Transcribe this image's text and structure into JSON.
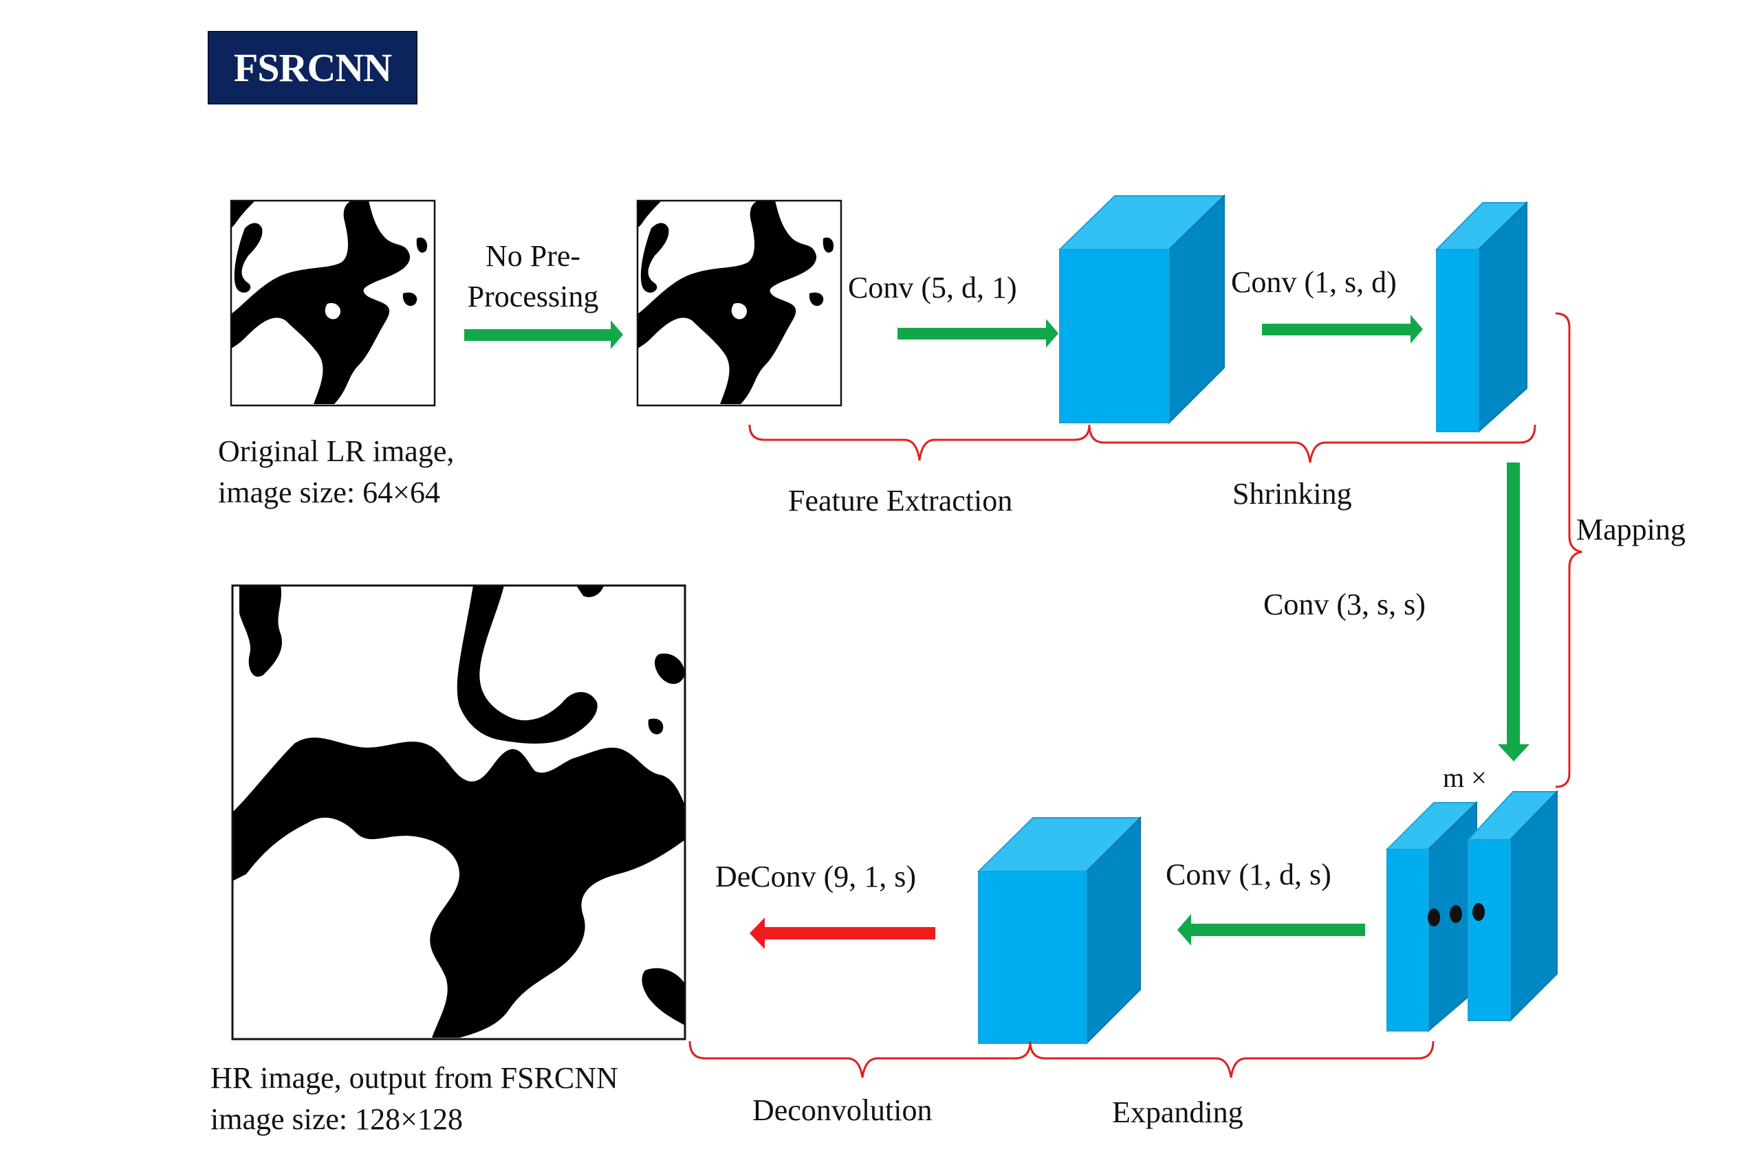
{
  "title": "FSRCNN",
  "labels": {
    "original_caption_1": "Original LR image,",
    "original_caption_2": "image size: 64×64",
    "no_preprocessing_1": "No Pre-",
    "no_preprocessing_2": "Processing",
    "conv_feature": "Conv (5, d, 1)",
    "conv_shrinking": "Conv (1, s, d)",
    "feature_extraction": "Feature Extraction",
    "shrinking": "Shrinking",
    "mapping": "Mapping",
    "conv_mapping": "Conv (3, s, s)",
    "m_times": "m ×",
    "conv_expanding": "Conv (1, d, s)",
    "deconv": "DeConv (9, 1, s)",
    "deconvolution": "Deconvolution",
    "expanding": "Expanding",
    "hr_caption_1": "HR image, output from FSRCNN",
    "hr_caption_2": "image size: 128×128"
  },
  "colors": {
    "title_bg": "#0c235c",
    "arrow_green": "#12a84a",
    "arrow_red": "#ee1c1c",
    "brace_red": "#e02020",
    "cube_front": "#00aeef",
    "cube_top": "#33c1f3",
    "cube_side": "#0088c4"
  }
}
